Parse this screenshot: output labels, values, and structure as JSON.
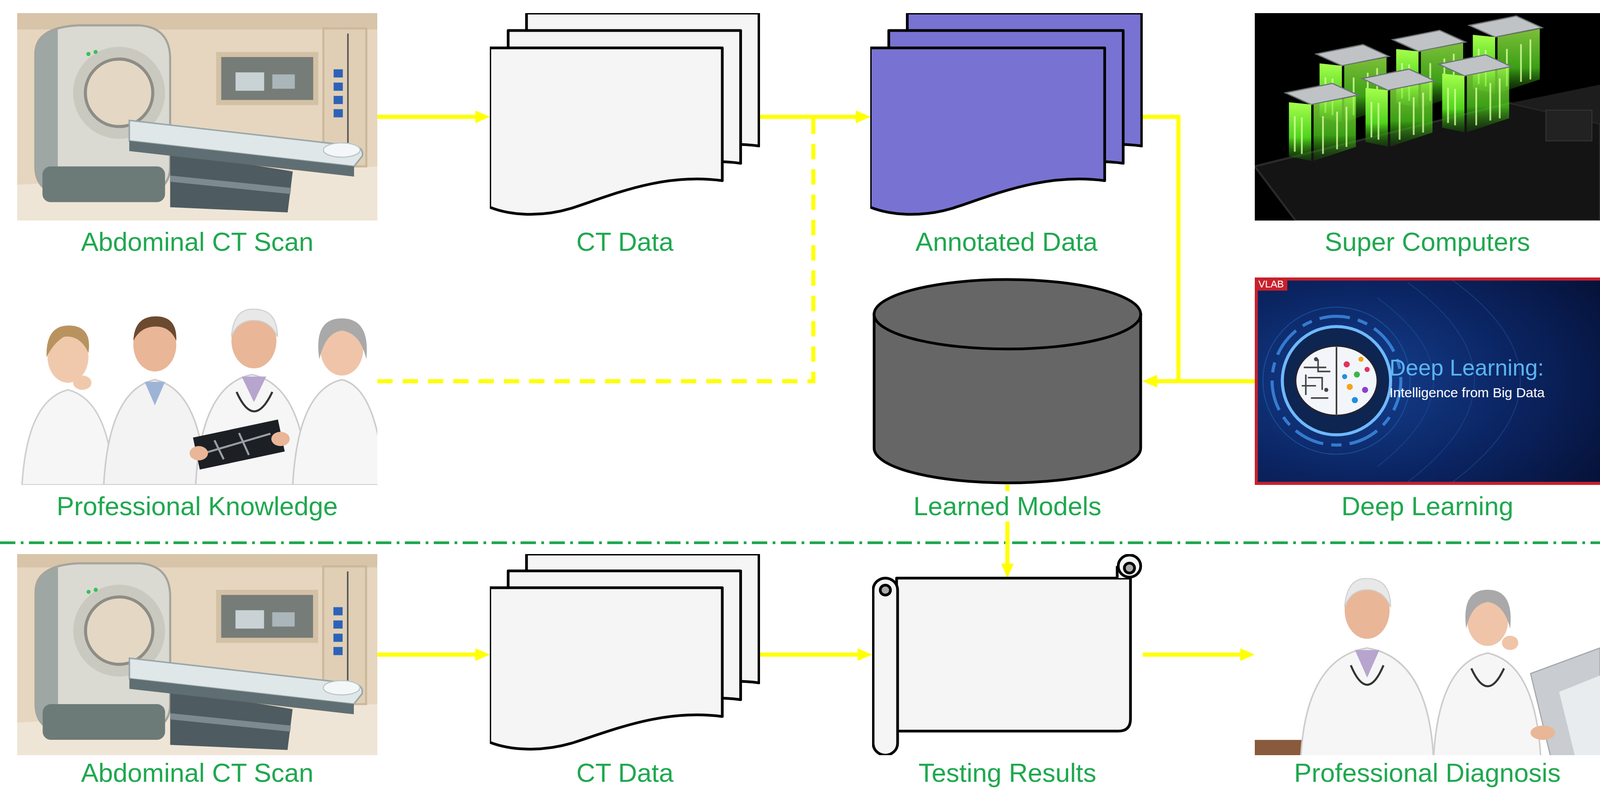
{
  "diagram": {
    "nodes": [
      {
        "text": [
          "Abdominal CT Scan"
        ]
      },
      {
        "text": [
          "CT Data"
        ]
      },
      {
        "text": [
          "Annotated Data"
        ]
      },
      {
        "text": [
          "Super Computers"
        ]
      },
      {
        "text": [
          "Professional Knowledge"
        ]
      },
      {
        "text": [
          "Learned Models"
        ]
      },
      {
        "text": [
          "VLAB",
          "Deep Learning:",
          "Intelligence from Big Data",
          "Deep Learning"
        ]
      },
      {
        "text": [
          "Abdominal CT Scan"
        ]
      },
      {
        "text": [
          "CT Data"
        ]
      },
      {
        "text": [
          "Testing Results"
        ]
      },
      {
        "text": [
          "Professional Diagnosis"
        ]
      }
    ],
    "edges": [
      {
        "from": 0,
        "to": 1,
        "arrow": "to"
      },
      {
        "from": 1,
        "to": 2,
        "arrow": "to"
      },
      {
        "from": 4,
        "to": 2,
        "arrow": "to"
      },
      {
        "from": 2,
        "to": 5,
        "arrow": "to"
      },
      {
        "from": 6,
        "to": 5,
        "arrow": "to"
      },
      {
        "from": 5,
        "to": 9,
        "arrow": "to"
      },
      {
        "from": 7,
        "to": 8,
        "arrow": "to"
      },
      {
        "from": 8,
        "to": 9,
        "arrow": "to"
      },
      {
        "from": 9,
        "to": 10,
        "arrow": "to"
      }
    ]
  }
}
